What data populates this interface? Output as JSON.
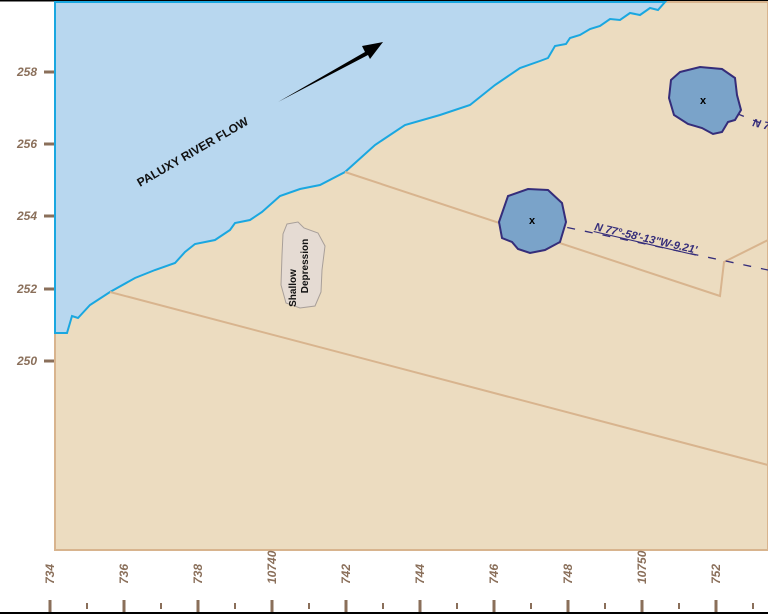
{
  "map": {
    "river_label": "PALUXY RIVER FLOW",
    "depression_label_line1": "Shallow",
    "depression_label_line2": "Depression",
    "bearing_label": "N 77°-58'-13\"W-9.21'",
    "bearing_label_partial": "N 7",
    "pond_marker": "x"
  },
  "y_axis": {
    "labels": [
      "258",
      "256",
      "254",
      "252",
      "250"
    ]
  },
  "x_axis": {
    "labels": [
      "734",
      "736",
      "738",
      "10740",
      "742",
      "744",
      "746",
      "748",
      "10750",
      "752"
    ]
  },
  "colors": {
    "water": "#b8d7ef",
    "shoreline": "#1aa7e0",
    "land": "#ecdcc0",
    "land_line": "#d8b48e",
    "pond": "#7aa3c9",
    "pond_outline": "#352d7a",
    "depression": "#e5dbd3",
    "axis": "#8a6f5a"
  }
}
